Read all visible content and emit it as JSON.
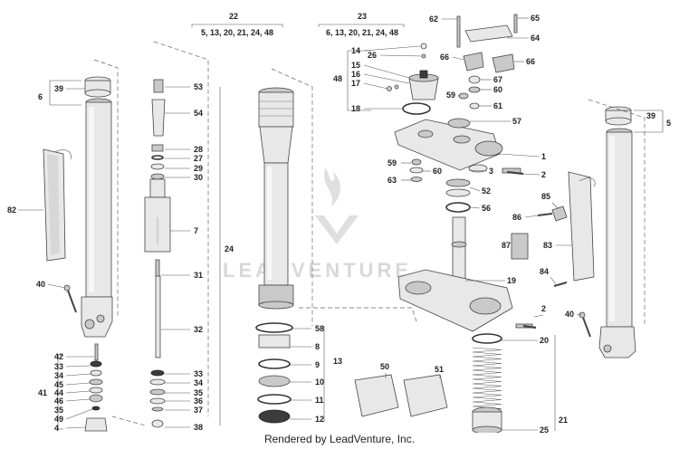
{
  "watermark": {
    "text": "LEADVENTURE"
  },
  "caption": "Rendered by LeadVenture, Inc.",
  "groups": {
    "g22": {
      "number": "22",
      "items": "5, 13, 20, 21, 24, 48"
    },
    "g23": {
      "number": "23",
      "items": "6, 13, 20, 21, 24, 48"
    }
  },
  "labels": {
    "n1": "1",
    "n2a": "2",
    "n2b": "2",
    "n3": "3",
    "n4": "4",
    "n5": "5",
    "n6": "6",
    "n7": "7",
    "n8": "8",
    "n9": "9",
    "n10": "10",
    "n11": "11",
    "n12": "12",
    "n13": "13",
    "n14": "14",
    "n15": "15",
    "n16": "16",
    "n17": "17",
    "n18": "18",
    "n19": "19",
    "n20": "20",
    "n21": "21",
    "n24": "24",
    "n25": "25",
    "n26": "26",
    "n27": "27",
    "n28": "28",
    "n29": "29",
    "n30": "30",
    "n31": "31",
    "n32": "32",
    "n33a": "33",
    "n33b": "33",
    "n34a": "34",
    "n34b": "34",
    "n35a": "35",
    "n35b": "35",
    "n36": "36",
    "n37": "37",
    "n38": "38",
    "n39a": "39",
    "n39b": "39",
    "n40a": "40",
    "n40b": "40",
    "n41": "41",
    "n42": "42",
    "n44": "44",
    "n45": "45",
    "n46": "46",
    "n48": "48",
    "n49": "49",
    "n50": "50",
    "n51": "51",
    "n52": "52",
    "n53": "53",
    "n54": "54",
    "n56": "56",
    "n57": "57",
    "n58": "58",
    "n59a": "59",
    "n59b": "59",
    "n60a": "60",
    "n60b": "60",
    "n61": "61",
    "n62": "62",
    "n63": "63",
    "n64": "64",
    "n65": "65",
    "n66a": "66",
    "n66b": "66",
    "n67": "67",
    "n82": "82",
    "n83": "83",
    "n84": "84",
    "n85": "85",
    "n86": "86",
    "n87": "87"
  }
}
